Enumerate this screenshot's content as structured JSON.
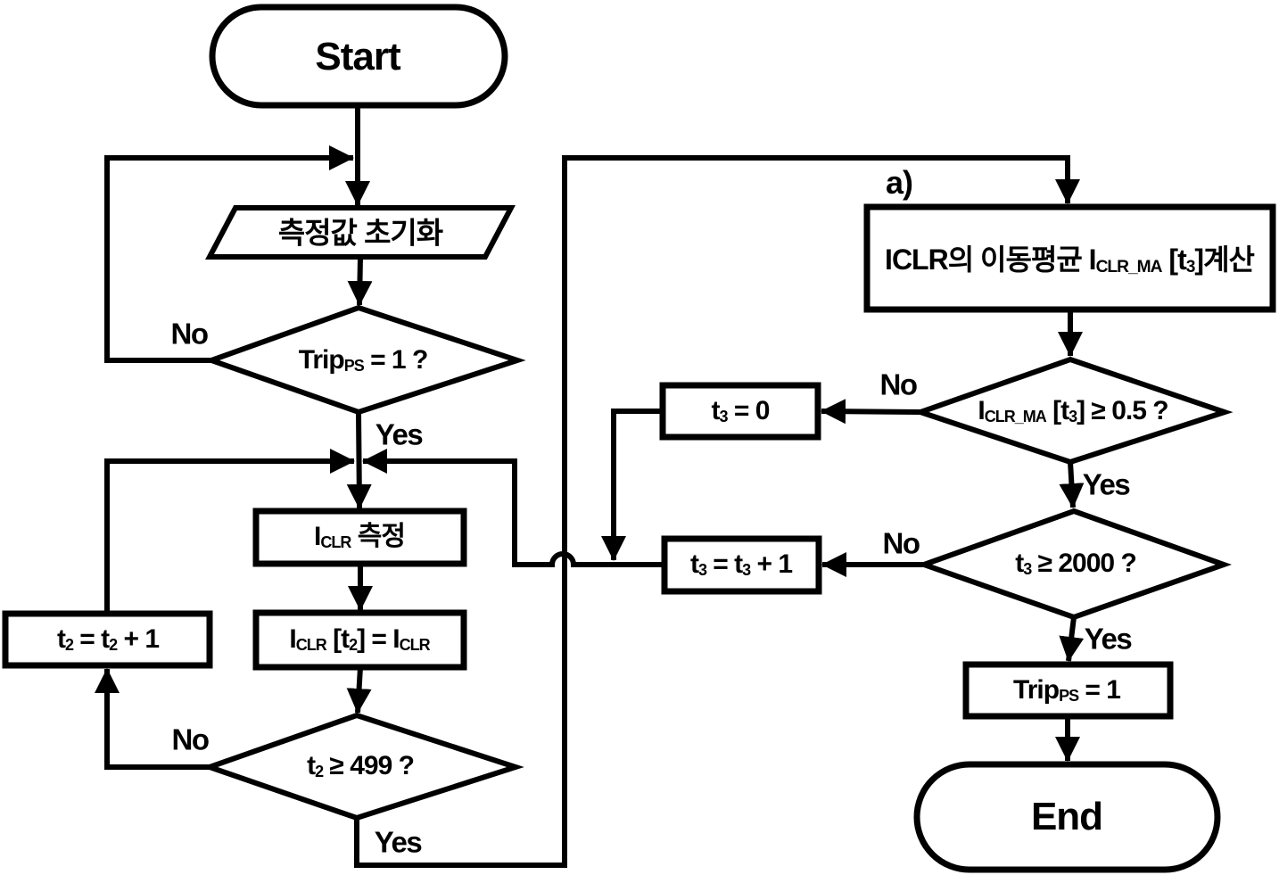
{
  "diagram": {
    "type": "flowchart",
    "colors": {
      "stroke": "#000000",
      "shape_fill": "#ffffff",
      "background": "#ffffff"
    },
    "nodes": {
      "start": {
        "shape": "terminator",
        "label": "Start"
      },
      "init": {
        "shape": "parallelogram",
        "label": "측정값 초기화"
      },
      "trip_q": {
        "shape": "decision",
        "parts": [
          {
            "t": "Trip"
          },
          {
            "t": "PS",
            "sub": true
          },
          {
            "t": " = 1 ?"
          }
        ]
      },
      "measure": {
        "shape": "process",
        "parts": [
          {
            "t": "I"
          },
          {
            "t": "CLR",
            "sub": true
          },
          {
            "t": " 측정"
          }
        ]
      },
      "store": {
        "shape": "process",
        "parts": [
          {
            "t": "I"
          },
          {
            "t": "CLR",
            "sub": true
          },
          {
            "t": " [t"
          },
          {
            "t": "2",
            "sub": true
          },
          {
            "t": "] = I"
          },
          {
            "t": "CLR",
            "sub": true
          }
        ]
      },
      "t2_inc": {
        "shape": "process",
        "parts": [
          {
            "t": "t"
          },
          {
            "t": "2",
            "sub": true
          },
          {
            "t": " = t"
          },
          {
            "t": "2",
            "sub": true
          },
          {
            "t": " + 1"
          }
        ]
      },
      "t2_q": {
        "shape": "decision",
        "parts": [
          {
            "t": "t"
          },
          {
            "t": "2",
            "sub": true
          },
          {
            "t": " ≥ 499 ?"
          }
        ]
      },
      "ma_calc": {
        "shape": "process",
        "parts": [
          {
            "t": "ICLR의 이동평균 I"
          },
          {
            "t": "CLR_MA",
            "sub": true
          },
          {
            "t": " [t"
          },
          {
            "t": "3",
            "sub": true
          },
          {
            "t": "]계산"
          }
        ]
      },
      "ma_q": {
        "shape": "decision",
        "parts": [
          {
            "t": "I"
          },
          {
            "t": "CLR_MA",
            "sub": true
          },
          {
            "t": " [t"
          },
          {
            "t": "3",
            "sub": true
          },
          {
            "t": "] ≥ 0.5 ?"
          }
        ]
      },
      "t3_zero": {
        "shape": "process",
        "parts": [
          {
            "t": "t"
          },
          {
            "t": "3",
            "sub": true
          },
          {
            "t": " = 0"
          }
        ]
      },
      "t3_q": {
        "shape": "decision",
        "parts": [
          {
            "t": "t"
          },
          {
            "t": "3",
            "sub": true
          },
          {
            "t": " ≥ 2000 ?"
          }
        ]
      },
      "t3_inc": {
        "shape": "process",
        "parts": [
          {
            "t": "t"
          },
          {
            "t": "3",
            "sub": true
          },
          {
            "t": " = t"
          },
          {
            "t": "3",
            "sub": true
          },
          {
            "t": " + 1"
          }
        ]
      },
      "trip_set": {
        "shape": "process",
        "parts": [
          {
            "t": "Trip"
          },
          {
            "t": "PS",
            "sub": true
          },
          {
            "t": " = 1"
          }
        ]
      },
      "end": {
        "shape": "terminator",
        "label": "End"
      }
    },
    "edge_labels": {
      "trip_no": "No",
      "trip_yes": "Yes",
      "t2_no": "No",
      "t2_yes": "Yes",
      "ma_no": "No",
      "ma_yes": "Yes",
      "t3_no": "No",
      "t3_yes": "Yes",
      "section_a": "a)"
    }
  }
}
